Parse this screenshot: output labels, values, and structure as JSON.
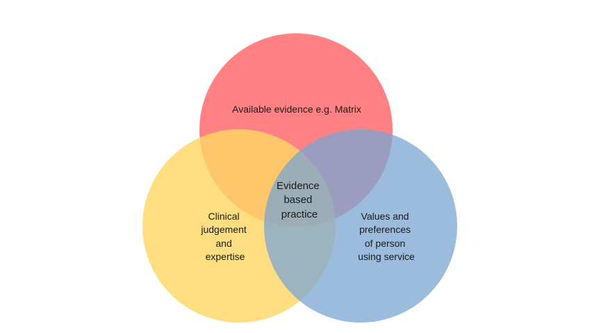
{
  "diagram": {
    "type": "venn",
    "circles": [
      {
        "id": "evidence",
        "lines": [
          "Available evidence e.g. Matrix"
        ],
        "color": "#ff6b6e"
      },
      {
        "id": "clinical",
        "lines": [
          "Clinical",
          "judgement",
          "and",
          "expertise"
        ],
        "color": "#ffd766"
      },
      {
        "id": "values",
        "lines": [
          "Values and",
          "preferences",
          "of person",
          "using service"
        ],
        "color": "#7aa6d2"
      }
    ],
    "center": {
      "lines": [
        "Evidence",
        "based",
        "practice"
      ]
    }
  }
}
